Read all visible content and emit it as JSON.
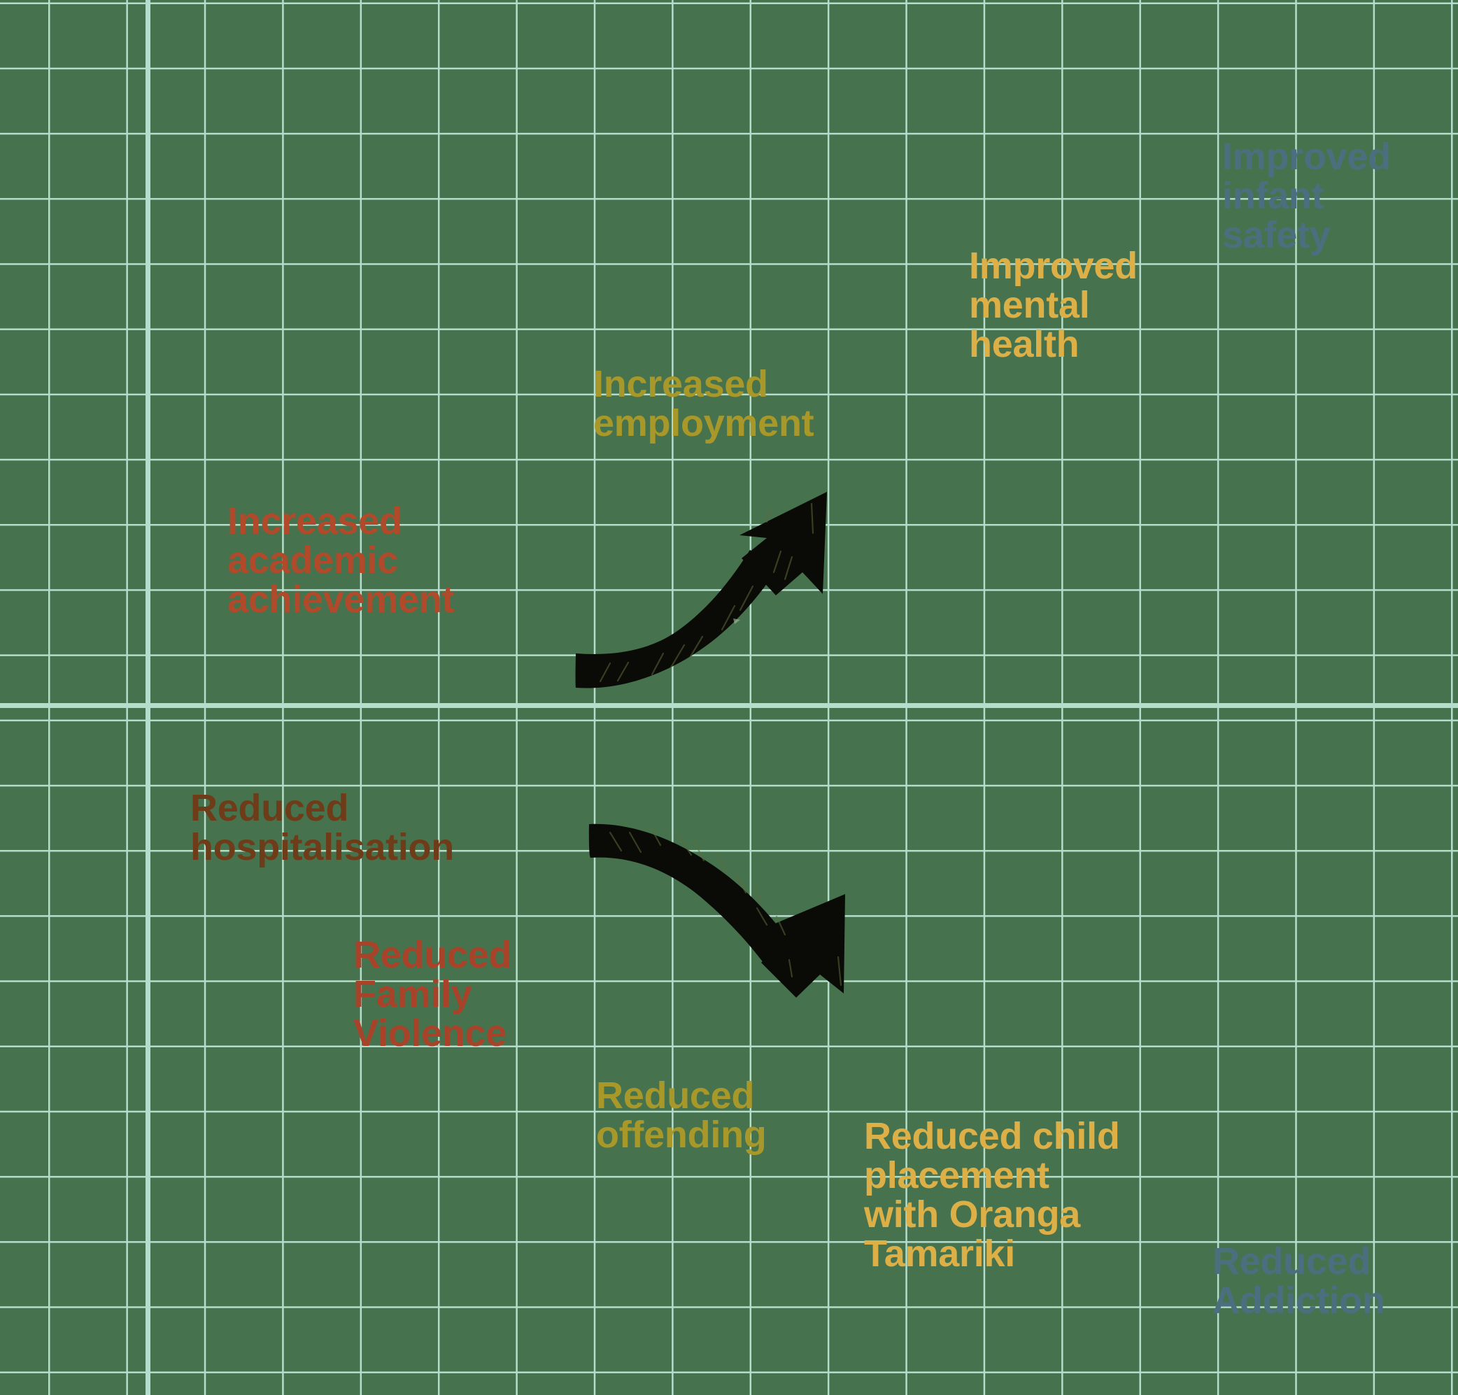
{
  "diagram": {
    "title": "Outcomes grid infographic",
    "background_color": "#47724e",
    "grid_line_color": "#b5ddcb",
    "arrow_color": "#0a0a06",
    "palette": {
      "blue_grey": "#4a707f",
      "golden_yellow": "#ddaf47",
      "olive_mustard": "#a89829",
      "brick_red": "#b04a2a",
      "dark_brown": "#6e3c18"
    }
  },
  "labels": {
    "infant_safety": "Improved\ninfant\nsafety",
    "mental_health": "Improved\nmental\nhealth",
    "employment": "Increased\nemployment",
    "academic": "Increased\nacademic\nachievement",
    "hospitalisation": "Reduced\nhospitalisation",
    "family_violence": "Reduced\nFamily\nViolence",
    "offending": "Reduced\noffending",
    "child_placement": "Reduced child\nplacement\nwith Oranga\nTamariki",
    "addiction": "Reduced\nAddiction"
  },
  "arrows": [
    {
      "name": "upward-trend-arrow",
      "direction": "up-right",
      "meaning": "increase"
    },
    {
      "name": "downward-trend-arrow",
      "direction": "down-right",
      "meaning": "decrease"
    }
  ]
}
